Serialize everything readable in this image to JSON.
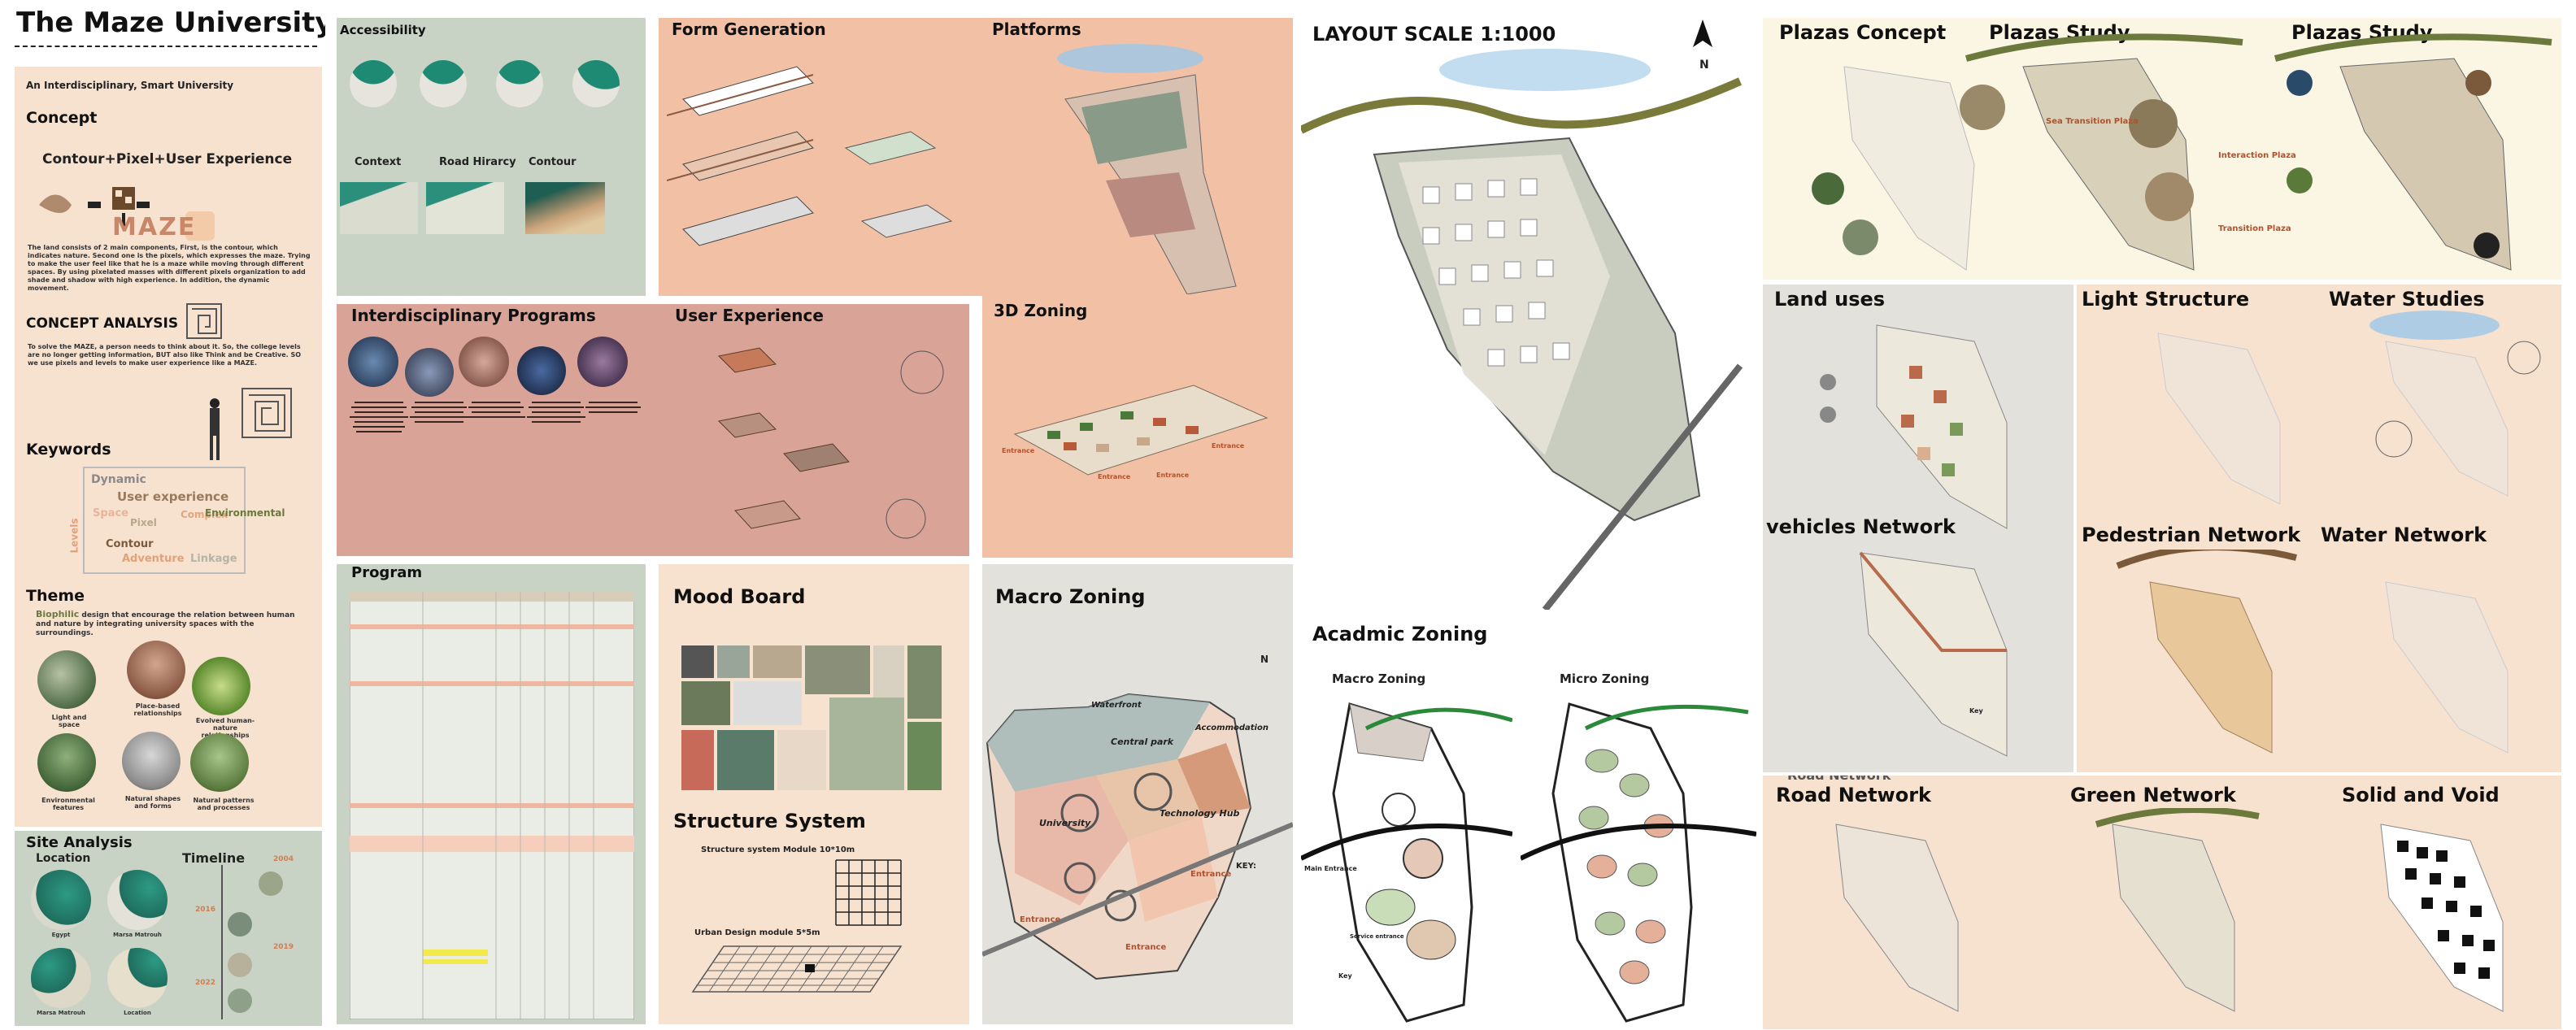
{
  "colors": {
    "cream": "#f7e1cf",
    "sage": "#c9d3c5",
    "peach": "#f2c0a5",
    "rose": "#d9a497",
    "yellow": "#fbf5e4",
    "grey": "#e3e1db",
    "brown": "#8a5a2b",
    "teal": "#2f8f7a",
    "dark_green": "#6b7a3c"
  },
  "title": "The Maze University",
  "concept_panel": {
    "subtitle": "An Interdisciplinary, Smart University",
    "concept_heading": "Concept",
    "concept_formula": "Contour+Pixel+User Experience",
    "maze_word": "MAZE",
    "maze_text": "The land consists of 2 main components, First, is the contour, which indicates nature. Second one is the pixels, which expresses the maze. Trying to make the user feel like that he is a maze while moving through different spaces. By using pixelated masses with different pixels organization to add shade and shadow with high experience. In addition, the dynamic movement.",
    "analysis_heading": "CONCEPT  ANALYSIS",
    "analysis_text": "To solve the MAZE, a person needs to think about it. So, the college levels are no longer getting information, BUT also like Think and be Creative. SO we use pixels and levels to make user experience like a MAZE.",
    "keywords_heading": "Keywords",
    "keywords": [
      "Dynamic",
      "User experience",
      "Space",
      "Pixel",
      "Complex",
      "Environmental",
      "Contour",
      "Adventure",
      "Linkage",
      "Levels"
    ],
    "theme_heading": "Theme",
    "theme_text_strong": "Biophilic",
    "theme_text": " design that encourage the relation between human and nature by integrating university spaces with  the  surroundings.",
    "theme_items": [
      "Light and space",
      "Place-based relationships",
      "Evolved human-nature relationships",
      "Environmental features",
      "Natural  shapes and forms",
      "Natural patterns and processes"
    ]
  },
  "site_analysis": {
    "heading": "Site Analysis",
    "location_heading": "Location",
    "timeline_heading": "Timeline",
    "location_labels": [
      "Egypt",
      "Marsa Matrouh",
      "Marsa Matrouh",
      "Location"
    ],
    "timeline": [
      {
        "year": "2004"
      },
      {
        "year": "2016"
      },
      {
        "year": "2019"
      },
      {
        "year": "2022"
      }
    ]
  },
  "accessibility": {
    "heading": "Accessibility",
    "sub_labels": [
      "Context",
      "Road Hirarcy",
      "Contour"
    ]
  },
  "form_generation": {
    "heading": "Form Generation"
  },
  "platforms": {
    "heading": "Platforms"
  },
  "interdisciplinary": {
    "heading": "Interdisciplinary Programs",
    "ux_heading": "User Experience"
  },
  "zoning3d": {
    "heading": "3D Zoning",
    "labels": [
      "Entrance",
      "Entrance",
      "Entrance",
      "Entrance"
    ]
  },
  "program": {
    "heading": "Program"
  },
  "mood_board": {
    "heading": "Mood Board"
  },
  "structure": {
    "heading": "Structure System",
    "module_label": "Structure system Module  10*10m",
    "urban_label": "Urban Design module   5*5m"
  },
  "macro_zoning": {
    "heading": "Macro Zoning",
    "zones": [
      "Waterfront",
      "Central park",
      "Accommodation",
      "University",
      "Technology Hub",
      "Entrance",
      "Entrance",
      "Entrance"
    ],
    "north": "N",
    "key_heading": "KEY:"
  },
  "layout": {
    "heading": "LAYOUT SCALE 1:1000",
    "north": "N"
  },
  "academic_zoning": {
    "heading": "Acadmic Zoning",
    "macro_label": "Macro Zoning",
    "micro_label": "Micro Zoning",
    "main_entrance": "Main Entrance",
    "service_entrance": "Service entrance",
    "key": "Key"
  },
  "plazas": {
    "concept": "Plazas Concept",
    "study1": "Plazas Study",
    "study2": "Plazas Study",
    "labels": [
      "Sea Transition Plaza",
      "Interaction Plaza",
      "Transition Plaza"
    ]
  },
  "networks": {
    "land_uses": "Land uses",
    "light_structure": "Light Structure",
    "water_studies": "Water Studies",
    "vehicles": "vehicles Network",
    "pedestrian": "Pedestrian Network",
    "water_network": "Water Network",
    "road_network_shadow": "Road Network",
    "road": "Road Network",
    "green": "Green Network",
    "solid_void": "Solid and Void",
    "key": "Key"
  }
}
